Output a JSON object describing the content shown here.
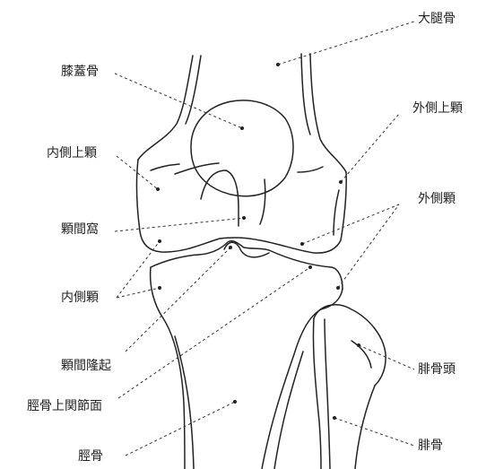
{
  "labels": {
    "femur": "大腿骨",
    "patella": "膝蓋骨",
    "lateral_epicondyle": "外側上顆",
    "medial_epicondyle": "内側上顆",
    "lateral_condyle": "外側顆",
    "intercondylar_fossa": "顆間窩",
    "medial_condyle": "内側顆",
    "intercondylar_eminence": "顆間隆起",
    "fibular_head": "腓骨頭",
    "tibial_superior_articular_surface": "脛骨上関節面",
    "fibula": "腓骨",
    "tibia": "脛骨"
  }
}
